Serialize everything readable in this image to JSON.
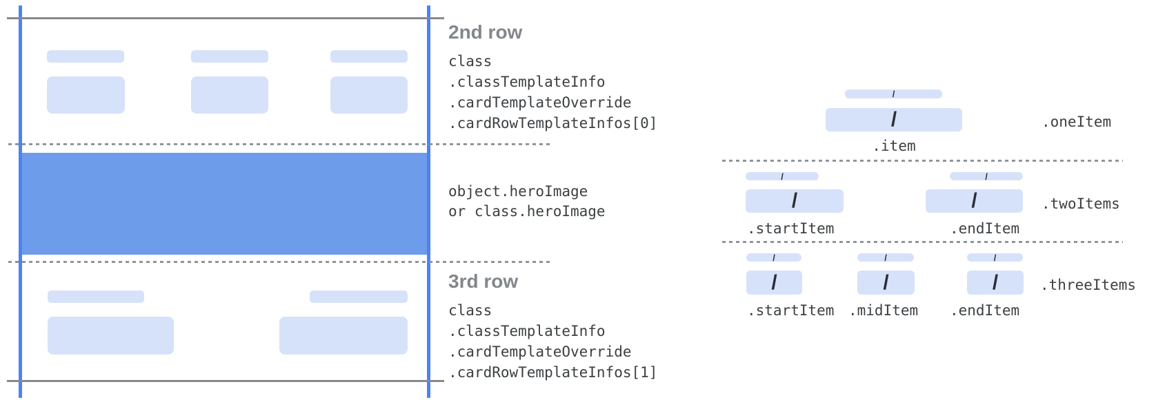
{
  "card": {
    "row2": {
      "heading": "2nd row",
      "lines": [
        "class",
        ".classTemplateInfo",
        ".cardTemplateOverride",
        ".cardRowTemplateInfos[0]"
      ]
    },
    "hero": {
      "lines": [
        "object.heroImage",
        "or class.heroImage"
      ]
    },
    "row3": {
      "heading": "3rd row",
      "lines": [
        "class",
        ".classTemplateInfo",
        ".cardTemplateOverride",
        ".cardRowTemplateInfos[1]"
      ]
    }
  },
  "diagram": {
    "slash": "/",
    "one": {
      "label": ".oneItem",
      "item": ".item"
    },
    "two": {
      "label": ".twoItems",
      "start": ".startItem",
      "end": ".endItem"
    },
    "three": {
      "label": ".threeItems",
      "start": ".startItem",
      "mid": ".midItem",
      "end": ".endItem"
    }
  },
  "colors": {
    "hero_blue": "#6d9ceb",
    "placeholder_blue": "#d6e2f9",
    "guide_blue": "#4d82f3",
    "frame_gray": "#85898e",
    "dash_gray": "#8f959b",
    "heading_gray": "#82878c",
    "code_gray": "#3c4043"
  }
}
